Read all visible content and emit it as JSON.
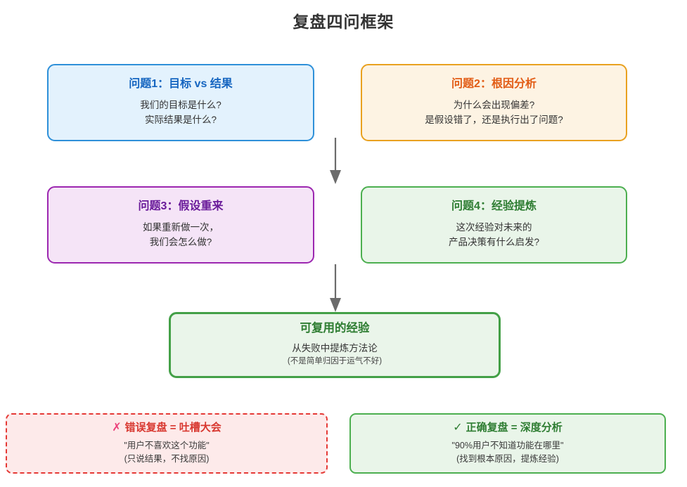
{
  "title": "复盘四问框架",
  "quadrants": [
    {
      "id": "q1",
      "title": "问题1：目标 vs 结果",
      "lines": [
        "我们的目标是什么?",
        "实际结果是什么?"
      ],
      "accent": "#1565c0",
      "border": "#2e90d9",
      "fill": "#e3f2fd"
    },
    {
      "id": "q2",
      "title": "问题2：根因分析",
      "lines": [
        "为什么会出现偏差?",
        "是假设错了，还是执行出了问题?"
      ],
      "accent": "#e25c15",
      "border": "#e9a11f",
      "fill": "#fdf3e3"
    },
    {
      "id": "q3",
      "title": "问题3：假设重来",
      "lines": [
        "如果重新做一次，",
        "我们会怎么做?"
      ],
      "accent": "#6a1b9a",
      "border": "#9c27b0",
      "fill": "#f5e4f7"
    },
    {
      "id": "q4",
      "title": "问题4：经验提炼",
      "lines": [
        "这次经验对未来的",
        "产品决策有什么启发?"
      ],
      "accent": "#2e7d32",
      "border": "#4caf50",
      "fill": "#e9f5e9"
    }
  ],
  "summary": {
    "title": "可复用的经验",
    "line1": "从失败中提炼方法论",
    "line2": "(不是简单归因于运气不好)",
    "accent": "#2e7d32",
    "border": "#43a047",
    "fill": "#eaf5ea"
  },
  "comparison": {
    "bad": {
      "mark": "✗",
      "title": "错误复盘 = 吐槽大会",
      "line1": "\"用户不喜欢这个功能\"",
      "line2": "(只说结果，不找原因)",
      "accent": "#d8372f",
      "mark_color": "#ec407a",
      "border": "#e53935",
      "fill": "#fdeaea"
    },
    "good": {
      "mark": "✓",
      "title": "正确复盘 = 深度分析",
      "line1": "\"90%用户不知道功能在哪里\"",
      "line2": "(找到根本原因，提炼经验)",
      "accent": "#2e7d32",
      "mark_color": "#2e7d32",
      "border": "#4caf50",
      "fill": "#e9f5e9"
    }
  },
  "arrows": {
    "color": "#6b6b6b",
    "arrow1_name": "arrow-row1-to-row2",
    "arrow2_name": "arrow-row2-to-summary"
  }
}
